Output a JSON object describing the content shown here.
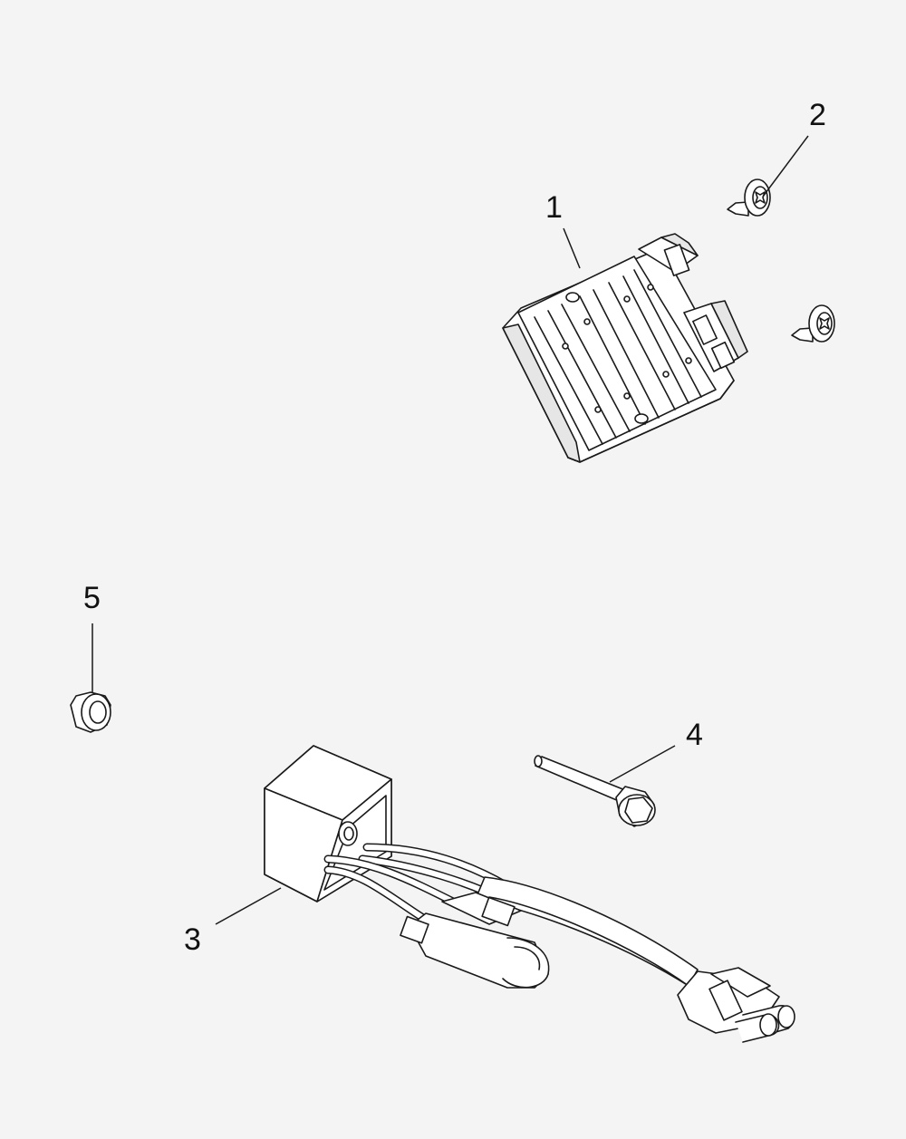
{
  "colors": {
    "background": "#f4f4f4",
    "line": "#1a1a1a",
    "fill": "#ffffff",
    "shade": "#d9d9d9"
  },
  "callouts": [
    {
      "id": "1",
      "label": "1"
    },
    {
      "id": "2",
      "label": "2"
    },
    {
      "id": "3",
      "label": "3"
    },
    {
      "id": "4",
      "label": "4"
    },
    {
      "id": "5",
      "label": "5"
    }
  ]
}
